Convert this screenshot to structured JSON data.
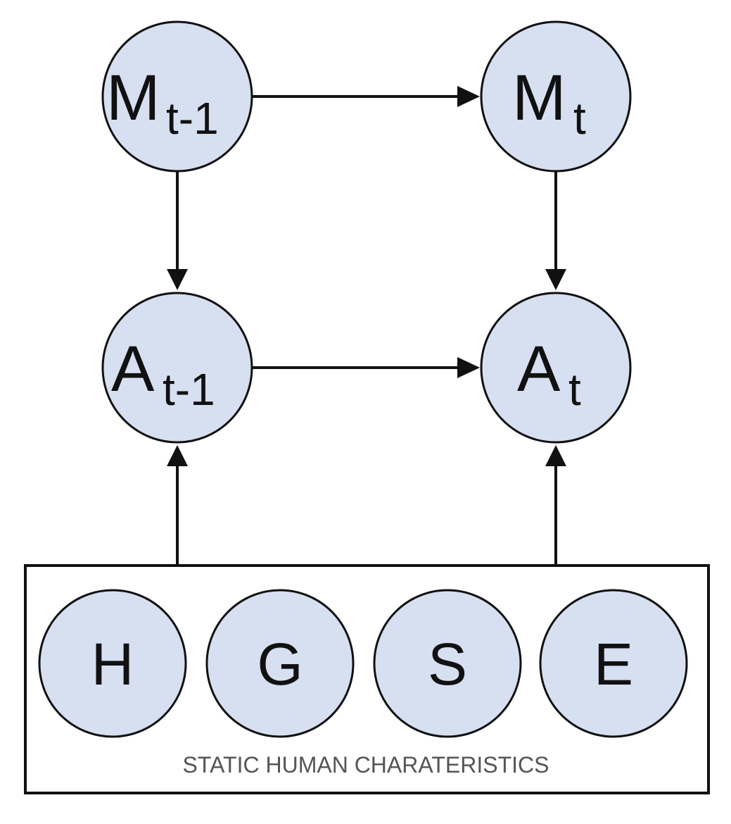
{
  "diagram": {
    "nodes": {
      "m_prev": {
        "main": "M",
        "sub": "t-1"
      },
      "m_curr": {
        "main": "M",
        "sub": "t"
      },
      "a_prev": {
        "main": "A",
        "sub": "t-1"
      },
      "a_curr": {
        "main": "A",
        "sub": "t"
      }
    },
    "static_nodes": [
      "H",
      "G",
      "S",
      "E"
    ],
    "group_label": "STATIC HUMAN CHARATERISTICS",
    "colors": {
      "node_fill": "#d6e0f1",
      "stroke": "#111111",
      "label_text": "#555555"
    }
  }
}
